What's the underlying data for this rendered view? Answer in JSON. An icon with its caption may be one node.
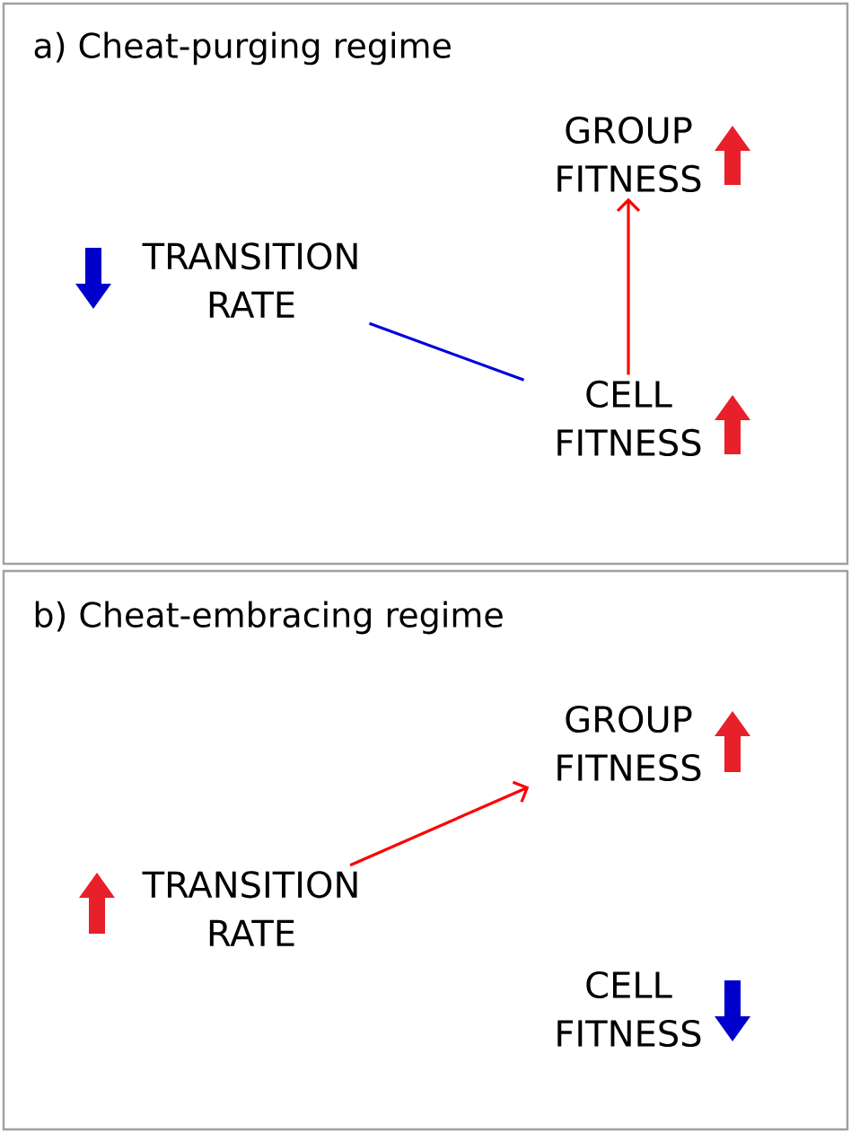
{
  "diagram": {
    "nodes": [
      {
        "text": [
          "a) Cheat-purging regime"
        ]
      },
      {
        "text": [
          "TRANSITION RATE"
        ],
        "in": 0
      },
      {
        "text": [
          "GROUP FITNESS"
        ],
        "in": 0
      },
      {
        "text": [
          "CELL FITNESS"
        ],
        "in": 0
      },
      {
        "text": [
          "b) Cheat-embracing regime"
        ]
      },
      {
        "text": [
          "TRANSITION RATE"
        ],
        "in": 4
      },
      {
        "text": [
          "GROUP FITNESS"
        ],
        "in": 4
      },
      {
        "text": [
          "CELL FITNESS"
        ],
        "in": 4
      }
    ],
    "edges": [
      {
        "from": 1,
        "to": 3,
        "arrow": "none",
        "color": "#0000dd"
      },
      {
        "from": 3,
        "to": 2,
        "arrow": "to",
        "color": "#ff0000"
      },
      {
        "from": 5,
        "to": 6,
        "arrow": "to",
        "color": "#ff0000"
      }
    ]
  }
}
